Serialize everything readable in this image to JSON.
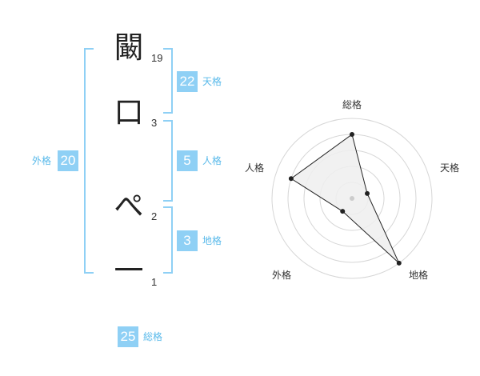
{
  "characters": [
    {
      "char": "闞",
      "strokes": "19"
    },
    {
      "char": "口",
      "strokes": "3"
    },
    {
      "char": "ぺ",
      "strokes": "2"
    },
    {
      "char": "一",
      "strokes": "1"
    }
  ],
  "kaku": {
    "tenkaku": {
      "value": "22",
      "label": "天格"
    },
    "jinkaku": {
      "value": "5",
      "label": "人格"
    },
    "chikaku": {
      "value": "3",
      "label": "地格"
    },
    "gaikaku": {
      "value": "20",
      "label": "外格"
    },
    "soukaku": {
      "value": "25",
      "label": "総格"
    }
  },
  "radar": {
    "labels": {
      "top": "総格",
      "right": "天格",
      "bottom_right": "地格",
      "bottom_left": "外格",
      "left": "人格"
    },
    "values": [
      4,
      1,
      5,
      1,
      4
    ],
    "max": 5,
    "colors": {
      "ring": "#d6d6d6",
      "fill": "#eeeeee",
      "line": "#222222",
      "center": "#cccccc"
    }
  },
  "colors": {
    "accent": "#8fd0f5",
    "accent_text": "#58b9ea"
  }
}
